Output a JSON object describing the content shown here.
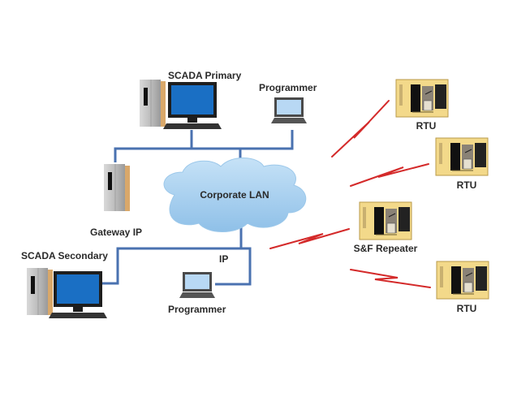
{
  "diagram": {
    "nodes": {
      "scada_primary": {
        "label": "SCADA Primary",
        "type": "workstation"
      },
      "programmer_top": {
        "label": "Programmer",
        "type": "laptop"
      },
      "gateway": {
        "label": "Gateway IP",
        "type": "server-tower"
      },
      "lan": {
        "label": "Corporate LAN",
        "type": "cloud"
      },
      "scada_secondary": {
        "label": "SCADA Secondary",
        "type": "workstation"
      },
      "programmer_bottom": {
        "label": "Programmer",
        "type": "laptop"
      },
      "ip_link": {
        "label": "IP"
      },
      "rtu1": {
        "label": "RTU",
        "type": "rtu-cabinet"
      },
      "rtu2": {
        "label": "RTU",
        "type": "rtu-cabinet"
      },
      "repeater": {
        "label": "S&F Repeater",
        "type": "rtu-cabinet"
      },
      "rtu3": {
        "label": "RTU",
        "type": "rtu-cabinet"
      }
    },
    "links": [
      {
        "from": "scada_primary",
        "to": "lan",
        "kind": "wired"
      },
      {
        "from": "programmer_top",
        "to": "lan",
        "kind": "wired"
      },
      {
        "from": "gateway",
        "to": "lan",
        "kind": "wired"
      },
      {
        "from": "lan",
        "to": "scada_secondary",
        "kind": "wired"
      },
      {
        "from": "lan",
        "to": "programmer_bottom",
        "kind": "wired"
      },
      {
        "from": "lan",
        "to": "rtu1",
        "kind": "radio"
      },
      {
        "from": "lan",
        "to": "rtu2",
        "kind": "radio"
      },
      {
        "from": "lan",
        "to": "repeater",
        "kind": "radio"
      },
      {
        "from": "repeater",
        "to": "rtu3",
        "kind": "radio"
      }
    ],
    "colors": {
      "wire": "#4a72b0",
      "cloud": "#a8cfee",
      "screen": "#1a6fc4",
      "laptop_screen": "#b8d8f4",
      "rtu_body": "#f3d98a",
      "radio": "#d42a2a"
    }
  }
}
